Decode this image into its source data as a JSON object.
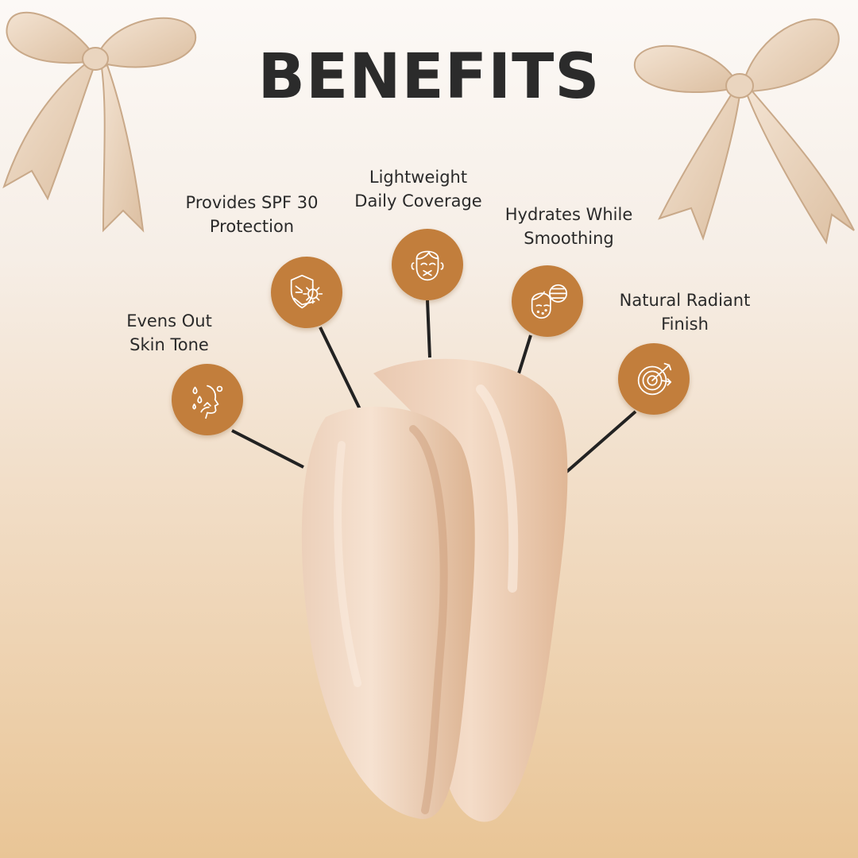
{
  "title": "BENEFITS",
  "colors": {
    "badge": "#c27e3c",
    "icon_stroke": "#ffffff",
    "connector": "#222222",
    "title": "#2b2b2b"
  },
  "benefits": [
    {
      "line1": "Evens Out",
      "line2": "Skin Tone",
      "icon": "face-droplets-icon"
    },
    {
      "line1": "Provides SPF 30",
      "line2": "Protection",
      "icon": "sun-shield-icon"
    },
    {
      "line1": "Lightweight",
      "line2": "Daily Coverage",
      "icon": "face-icon"
    },
    {
      "line1": "Hydrates While",
      "line2": "Smoothing",
      "icon": "face-texture-icon"
    },
    {
      "line1": "Natural Radiant",
      "line2": "Finish",
      "icon": "target-arrow-icon"
    }
  ]
}
